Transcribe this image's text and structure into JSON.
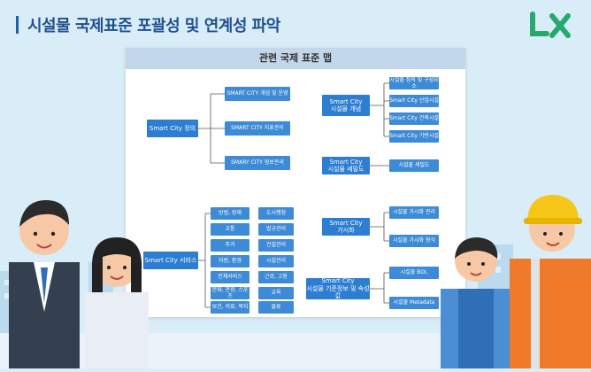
{
  "header": {
    "title": "시설물 국제표준 포괄성 및 연계성 파악"
  },
  "brand": {
    "logo_text": "LX",
    "color": "#26a96c"
  },
  "panel": {
    "title": "관련 국제 표준 맵"
  },
  "map": {
    "definition": {
      "label": "Smart City 정의",
      "children": [
        "SMART CITY 개념 및 운영",
        "SMART CITY 지표관리",
        "SMARY CITY 정보관리"
      ]
    },
    "service": {
      "label": "Smart City 서비스",
      "children_left": [
        "방범, 방재",
        "교통",
        "주거",
        "자원, 환경",
        "전체서비스",
        "문화, 관광, 스포츠",
        "보건, 의료, 복지"
      ],
      "children_right": [
        "도시행정",
        "법규관리",
        "건설관리",
        "시설관리",
        "근로, 고용",
        "교육",
        "물류"
      ]
    },
    "facility_concept": {
      "label": "Smart City\n시설물 개념",
      "children": [
        "시설물 정의 및 구성요소",
        "Smart City 산업시설",
        "Smart City 건축시설",
        "Smart City 기반시설"
      ]
    },
    "facility_detail": {
      "label": "Smart City\n시설물 세밀도",
      "children": [
        "시설물 세밀도"
      ]
    },
    "visualization": {
      "label": "Smart City\n가시화",
      "children": [
        "시설물 가시화 관리",
        "시설물 가시화 형식"
      ]
    },
    "spatial": {
      "label": "Smart City\n시설물 기준정보 및 속성값",
      "children": [
        "시설물 BDL",
        "시설물 Metadata"
      ]
    }
  }
}
